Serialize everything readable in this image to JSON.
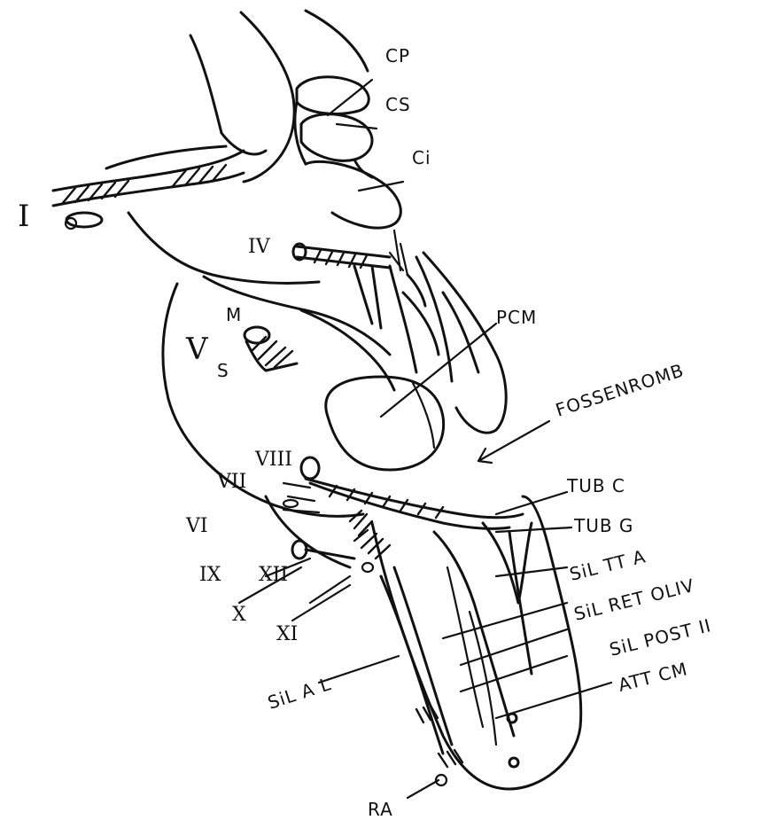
{
  "labels": {
    "cp": "CP",
    "cs": "CS",
    "ci": "Ci",
    "nerve_i": "I",
    "nerve_iv": "IV",
    "pcm": "PCM",
    "nerve_v": "V",
    "v_m": "M",
    "v_s": "S",
    "fossa": "FOSSENROMB",
    "nerve_viii": "VIII",
    "nerve_vii": "VII",
    "tub_c": "TUB C",
    "tub_g": "TUB G",
    "nerve_vi": "VI",
    "nerve_ix": "IX",
    "nerve_xii": "XII",
    "nerve_x": "X",
    "nerve_xi": "XI",
    "sil_tt_a": "SiL TT A",
    "sil_ret_oliv": "SiL RET OLIV",
    "sil_post": "SiL POST II",
    "sil_a_l": "SiL A L",
    "att_cm": "ATT CM",
    "ra": "RA"
  }
}
